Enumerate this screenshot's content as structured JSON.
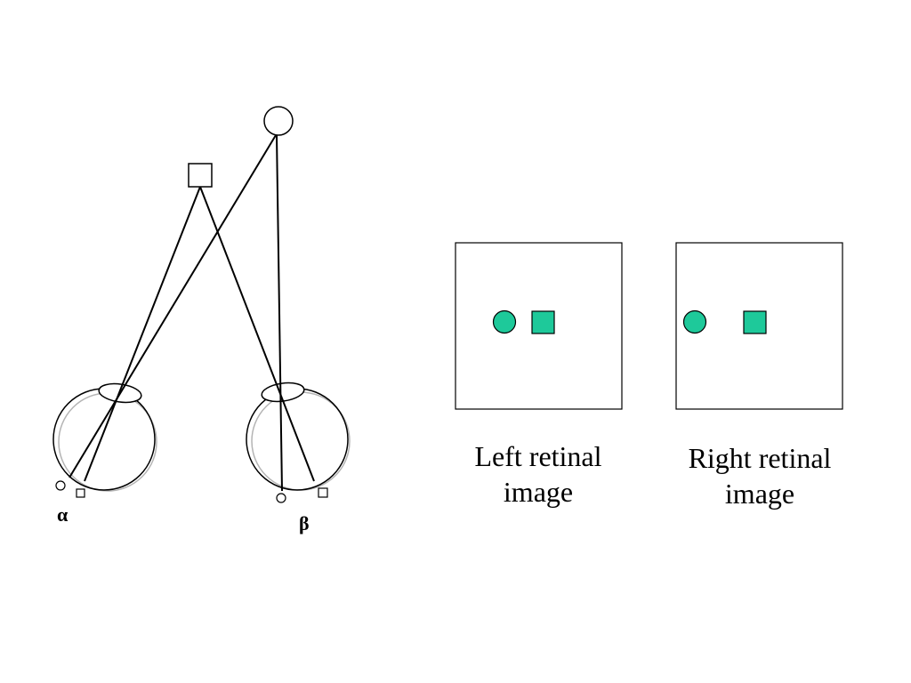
{
  "colors": {
    "fill": "#1ec99a",
    "stroke": "#000000",
    "eye_ghost": "#b4b4b4",
    "background": "#ffffff"
  },
  "labels": {
    "alpha": "α",
    "beta": "β"
  },
  "left_panel": {
    "caption_line1": "Left retinal",
    "caption_line2": "image"
  },
  "right_panel": {
    "caption_line1": "Right retinal",
    "caption_line2": "image"
  }
}
